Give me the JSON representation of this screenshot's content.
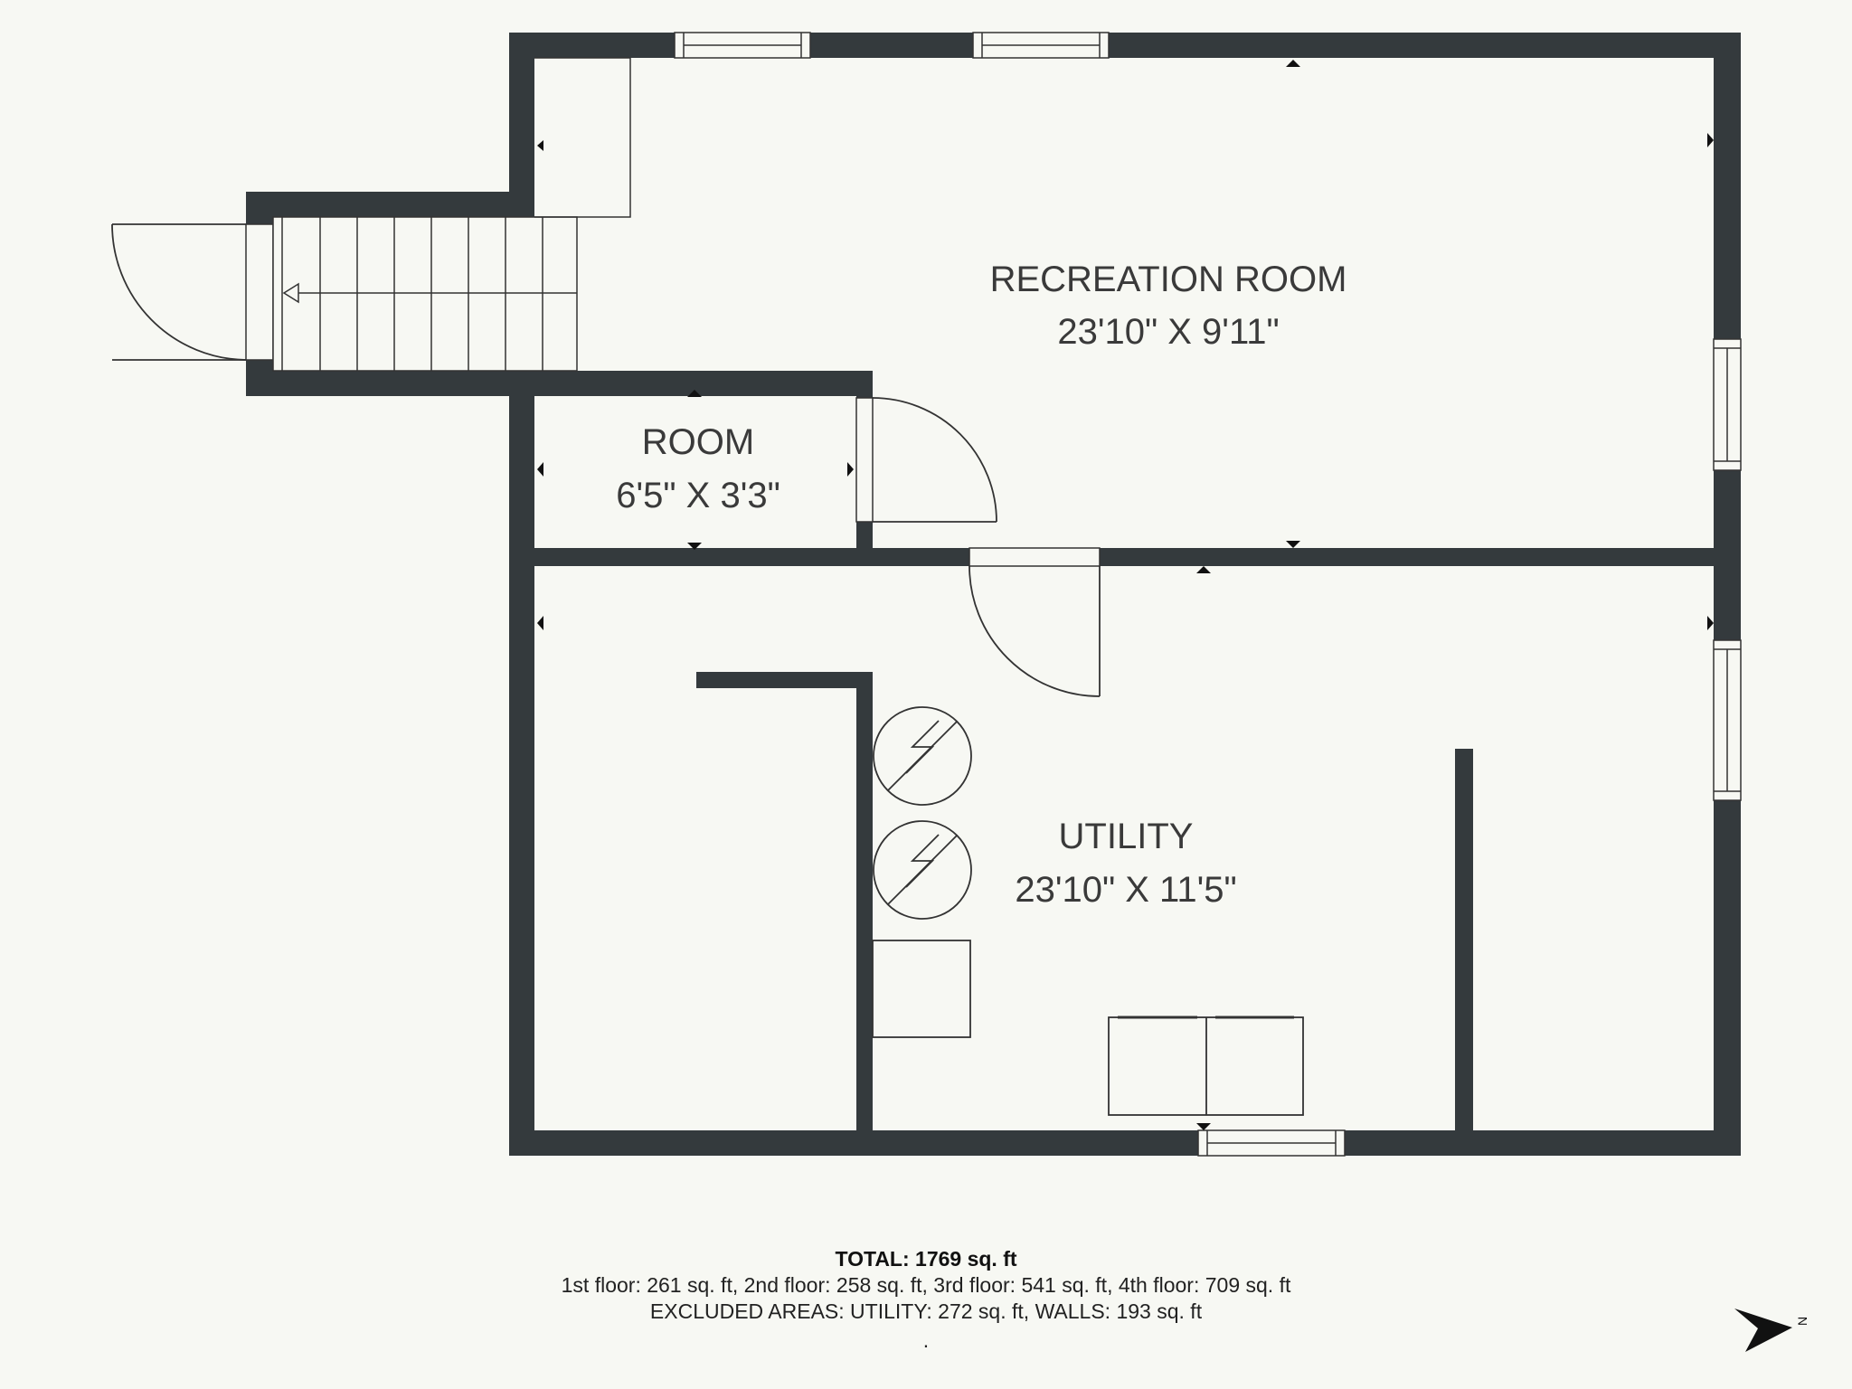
{
  "rooms": {
    "recreation": {
      "name": "RECREATION ROOM",
      "dims": "23'10\" X 9'11\""
    },
    "room": {
      "name": "ROOM",
      "dims": "6'5\" X 3'3\""
    },
    "utility": {
      "name": "UTILITY",
      "dims": "23'10\" X 11'5\""
    }
  },
  "summary": {
    "total": "TOTAL: 1769 sq. ft",
    "floors": "1st floor: 261 sq. ft, 2nd floor: 258 sq. ft, 3rd floor: 541 sq. ft, 4th floor: 709 sq. ft",
    "excluded": "EXCLUDED AREAS: UTILITY: 272 sq. ft, WALLS: 193 sq. ft",
    "dot": "."
  },
  "compass": {
    "label": "N",
    "icon": "north-arrow-icon"
  },
  "colors": {
    "wall": "#343a3d",
    "background": "#f7f8f3",
    "line": "#333333"
  }
}
